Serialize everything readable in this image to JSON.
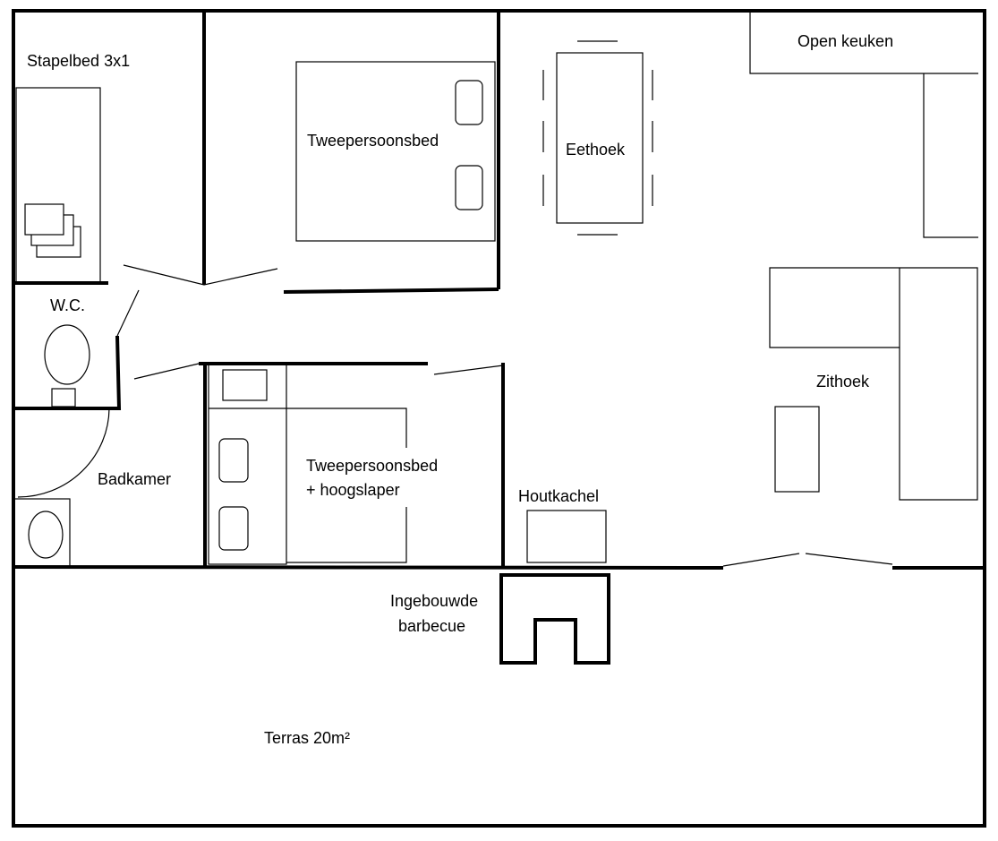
{
  "rooms": {
    "stapelbed": "Stapelbed 3x1",
    "bedroom1": "Tweepersoonsbed",
    "eethoek": "Eethoek",
    "keuken": "Open keuken",
    "wc": "W.C.",
    "zithoek": "Zithoek",
    "badkamer": "Badkamer",
    "bedroom2_line1": "Tweepersoonsbed",
    "bedroom2_line2": "+ hoogslaper",
    "houtkachel": "Houtkachel",
    "bbq_line1": "Ingebouwde",
    "bbq_line2": "barbecue",
    "terras": "Terras 20m²"
  }
}
